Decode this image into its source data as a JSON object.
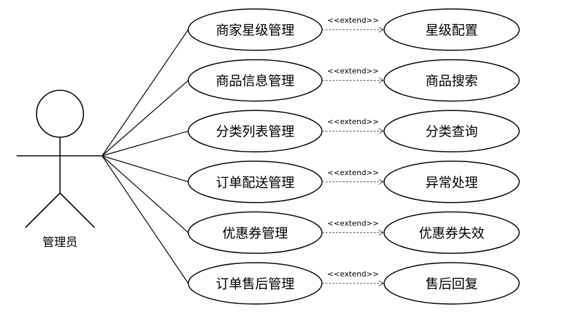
{
  "actor": {
    "label": "管理员"
  },
  "stereotype": "<<extend>>",
  "rows": [
    {
      "main": "商家星级管理",
      "extension": "星级配置"
    },
    {
      "main": "商品信息管理",
      "extension": "商品搜索"
    },
    {
      "main": "分类列表管理",
      "extension": "分类查询"
    },
    {
      "main": "订单配送管理",
      "extension": "异常处理"
    },
    {
      "main": "优惠券管理",
      "extension": "优惠券失效"
    },
    {
      "main": "订单售后管理",
      "extension": "售后回复"
    }
  ],
  "colors": {
    "stroke": "#000000",
    "extend_line": "#555555",
    "background": "#ffffff"
  }
}
